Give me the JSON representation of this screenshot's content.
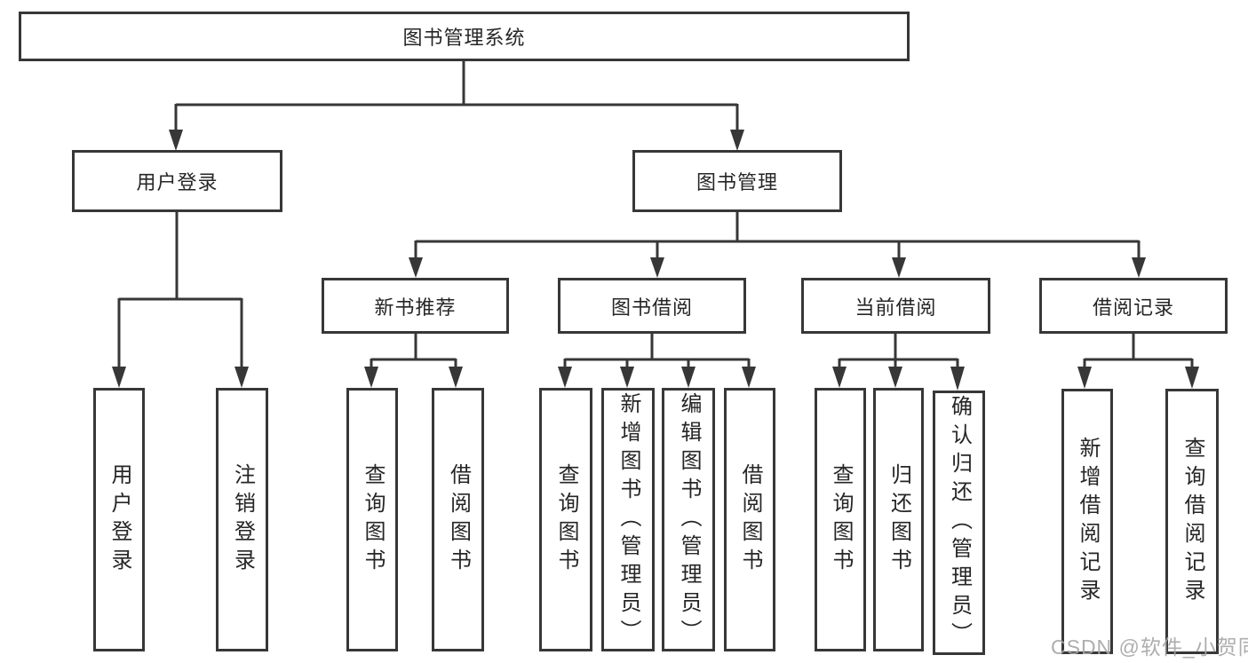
{
  "diagram": {
    "root": {
      "label": "图书管理系统"
    },
    "level2": [
      {
        "id": "user-login",
        "label": "用户登录"
      },
      {
        "id": "book-management",
        "label": "图书管理"
      }
    ],
    "level3": [
      {
        "id": "new-book-recommend",
        "label": "新书推荐"
      },
      {
        "id": "book-borrowing",
        "label": "图书借阅"
      },
      {
        "id": "current-borrowing",
        "label": "当前借阅"
      },
      {
        "id": "borrowing-records",
        "label": "借阅记录"
      }
    ],
    "leaves": [
      {
        "group": "user-login",
        "label": "用户登录"
      },
      {
        "group": "user-login",
        "label": "注销登录"
      },
      {
        "group": "new-book-recommend",
        "label": "查询图书"
      },
      {
        "group": "new-book-recommend",
        "label": "借阅图书"
      },
      {
        "group": "book-borrowing",
        "label": "查询图书"
      },
      {
        "group": "book-borrowing",
        "label": "新增图书（管理员）"
      },
      {
        "group": "book-borrowing",
        "label": "编辑图书（管理员）"
      },
      {
        "group": "book-borrowing",
        "label": "借阅图书"
      },
      {
        "group": "current-borrowing",
        "label": "查询图书"
      },
      {
        "group": "current-borrowing",
        "label": "归还图书"
      },
      {
        "group": "current-borrowing",
        "label": "确认归还（管理员）"
      },
      {
        "group": "borrowing-records",
        "label": "新增借阅记录"
      },
      {
        "group": "borrowing-records",
        "label": "查询借阅记录"
      }
    ],
    "colors": {
      "line": "#373737",
      "text": "#262626",
      "background": "#ffffff",
      "watermark": "#a5a5a5"
    },
    "watermark": "CSDN @软件_小贺同学"
  }
}
